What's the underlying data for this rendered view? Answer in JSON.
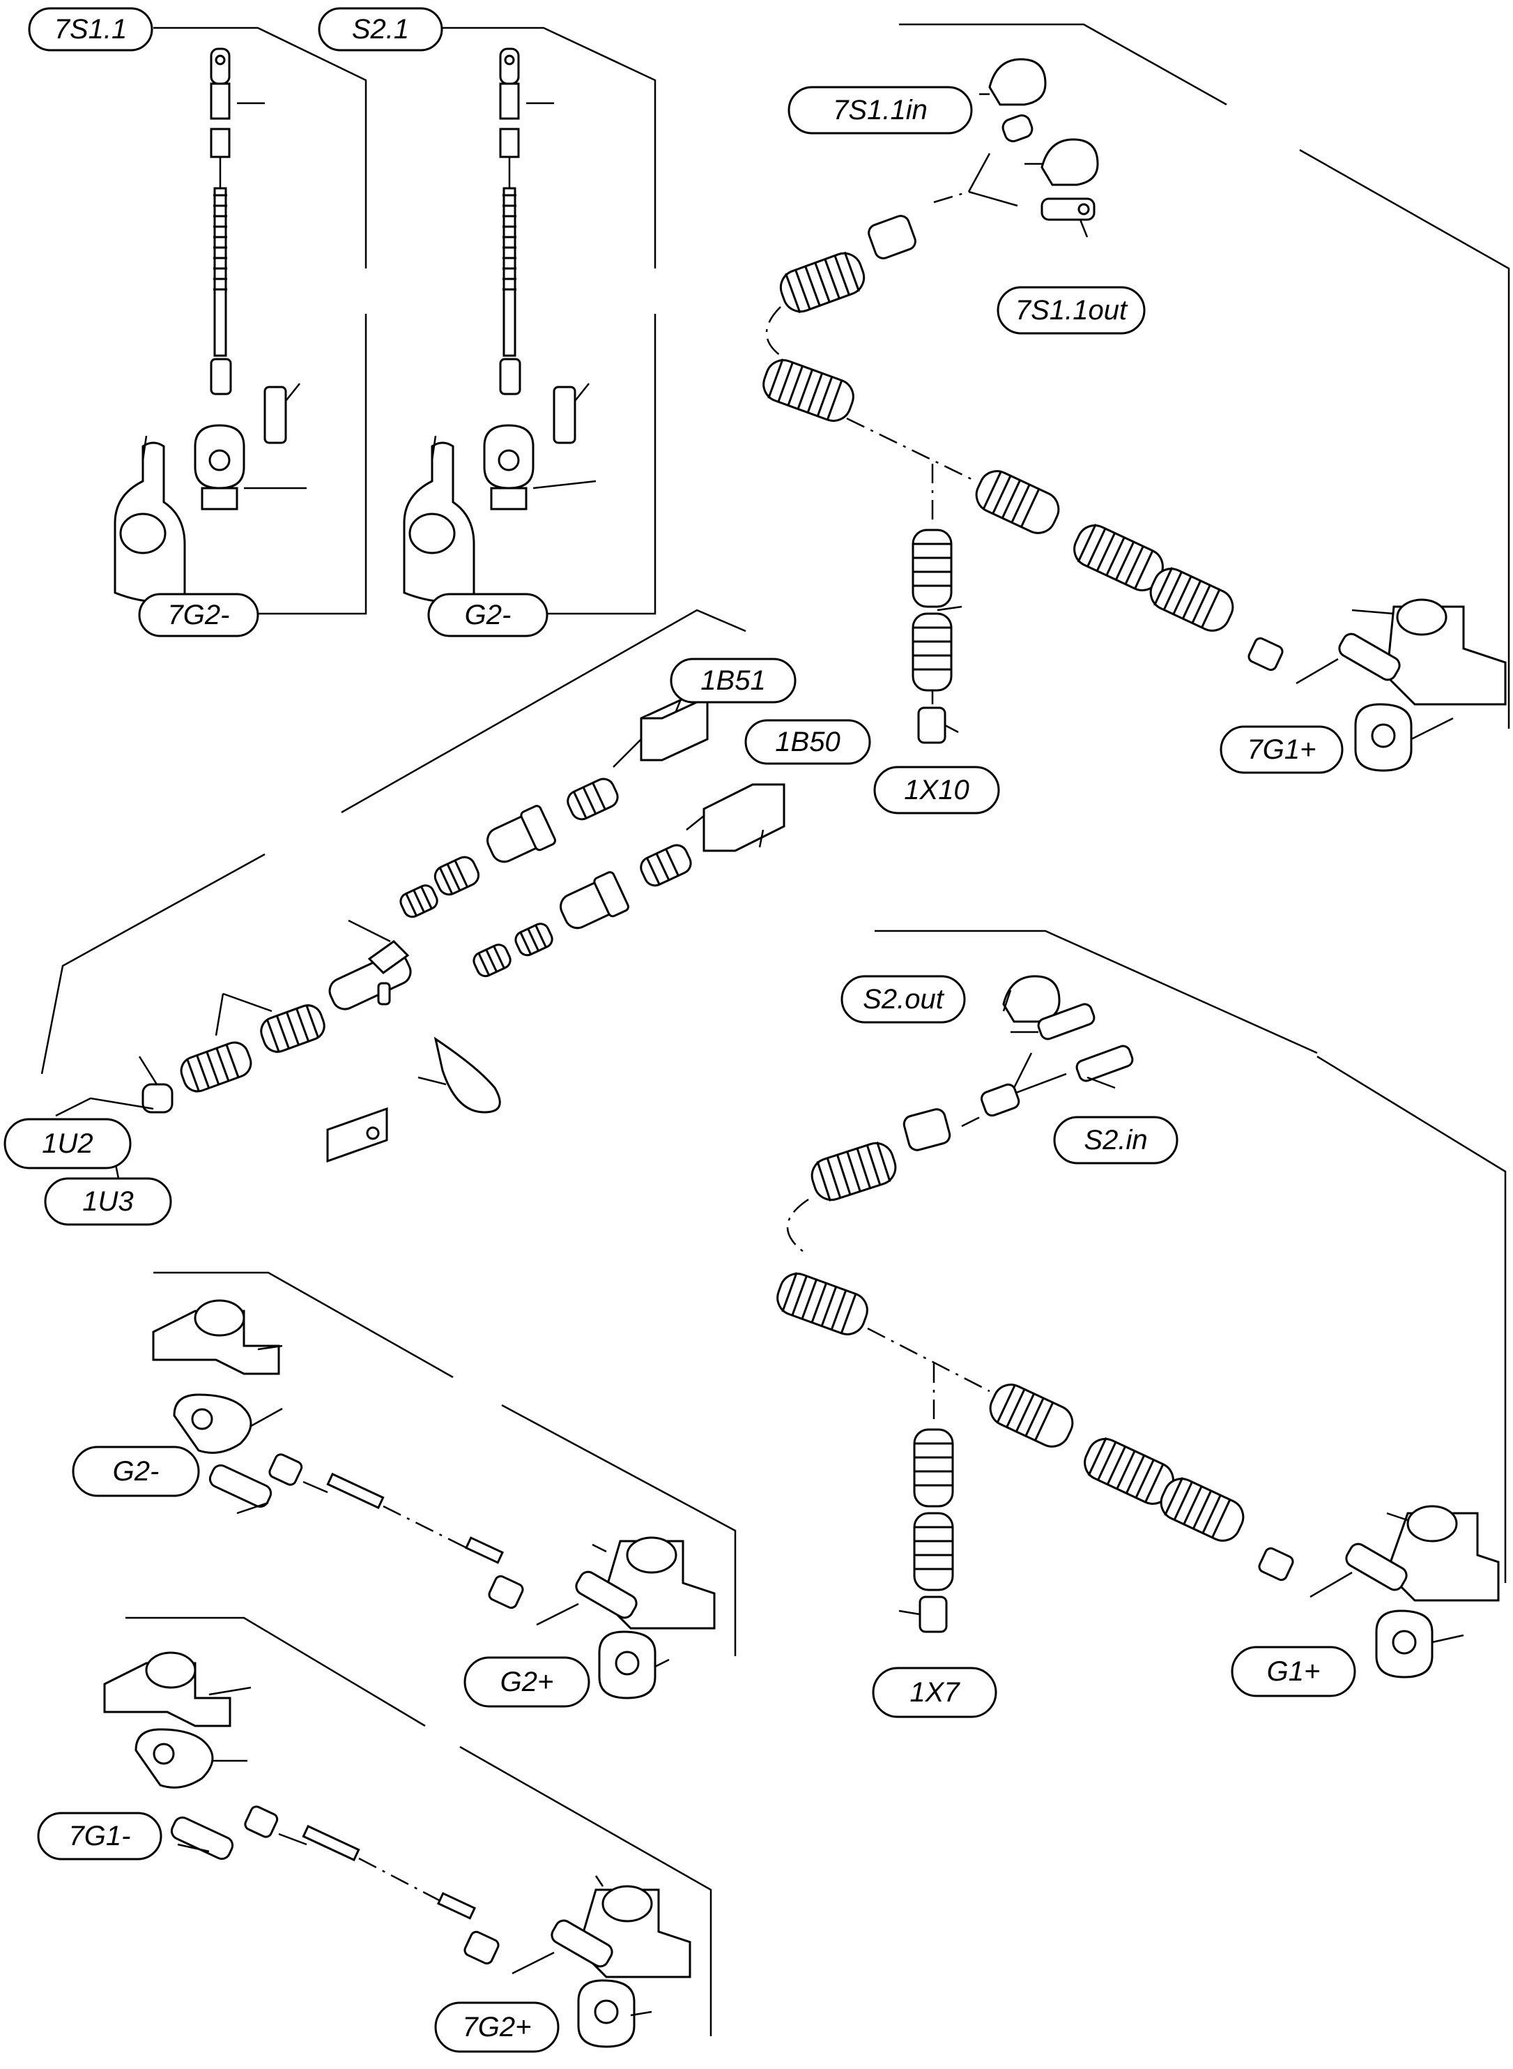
{
  "callouts": {
    "c7S1_1": "7S1.1",
    "cS2_1": "S2.1",
    "c7G2m_top": "7G2-",
    "cG2m_top": "G2-",
    "c7S1_1in": "7S1.1in",
    "c7S1_1out": "7S1.1out",
    "c1X10": "1X10",
    "c7G1p": "7G1+",
    "c1B51": "1B51",
    "c1B50": "1B50",
    "c1U2": "1U2",
    "c1U3": "1U3",
    "cS2out": "S2.out",
    "cS2in": "S2.in",
    "c1X7": "1X7",
    "cG1p": "G1+",
    "cG2m_bottom": "G2-",
    "cG2p": "G2+",
    "c7G1m": "7G1-",
    "c7G2p": "7G2+"
  }
}
